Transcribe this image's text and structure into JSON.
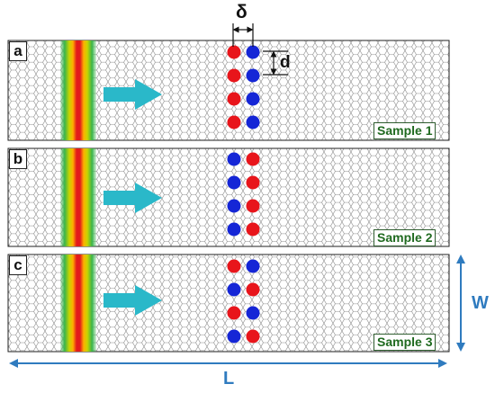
{
  "panels": [
    {
      "label": "a",
      "sample": "Sample 1",
      "pattern": [
        "red",
        "blue",
        "red",
        "blue",
        "red",
        "blue",
        "red",
        "blue"
      ]
    },
    {
      "label": "b",
      "sample": "Sample 2",
      "pattern": [
        "blue",
        "red",
        "blue",
        "red",
        "blue",
        "red",
        "blue",
        "red"
      ]
    },
    {
      "label": "c",
      "sample": "Sample 3",
      "pattern": [
        "red",
        "blue",
        "blue",
        "red",
        "red",
        "blue",
        "blue",
        "red"
      ]
    }
  ],
  "symbols": {
    "delta": "δ",
    "d": "d"
  },
  "dimensions": {
    "length": "L",
    "width": "W"
  },
  "colors": {
    "red_dot": "#e8151b",
    "blue_dot": "#1526d6",
    "arrow": "#2ab8c9",
    "dimension": "#2f7bbf",
    "sample_text": "#1f6a1f"
  }
}
